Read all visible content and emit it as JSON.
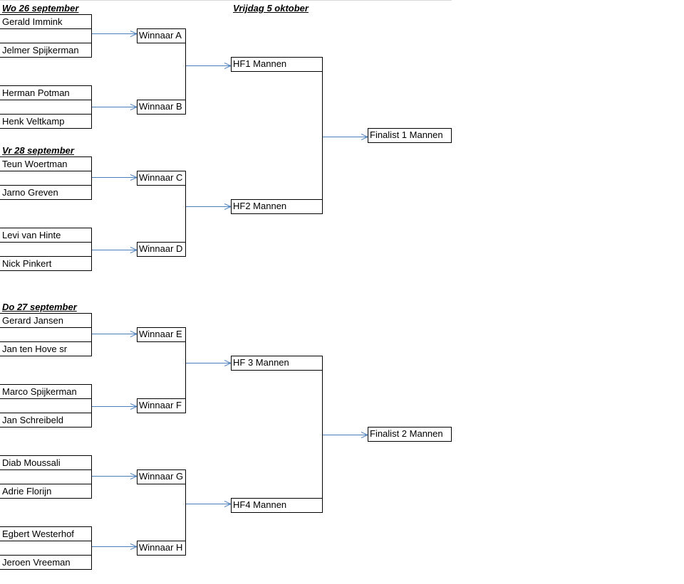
{
  "headers": {
    "day1": "Wo 26 september",
    "day2": "Vr 28 september",
    "day3": "Do 27 september",
    "semis": "Vrijdag 5 oktober"
  },
  "matches": [
    {
      "top": "Gerald Immink",
      "bottom": "Jelmer Spijkerman",
      "winner": "Winnaar A"
    },
    {
      "top": "Herman Potman",
      "bottom": "Henk Veltkamp",
      "winner": "Winnaar B"
    },
    {
      "top": "Teun Woertman",
      "bottom": "Jarno Greven",
      "winner": "Winnaar C"
    },
    {
      "top": "Levi van Hinte",
      "bottom": "Nick Pinkert",
      "winner": "Winnaar D"
    },
    {
      "top": "Gerard Jansen",
      "bottom": "Jan ten Hove sr",
      "winner": "Winnaar E"
    },
    {
      "top": "Marco Spijkerman",
      "bottom": "Jan Schreibeld",
      "winner": "Winnaar F"
    },
    {
      "top": "Diab Moussali",
      "bottom": "Adrie Florijn",
      "winner": "Winnaar G"
    },
    {
      "top": "Egbert Westerhof",
      "bottom": "Jeroen Vreeman",
      "winner": "Winnaar H"
    }
  ],
  "semifinals": [
    "HF1 Mannen",
    "HF2 Mannen",
    "HF 3 Mannen",
    "HF4 Mannen"
  ],
  "finalists": [
    "Finalist 1 Mannen",
    "Finalist 2 Mannen"
  ],
  "colors": {
    "arrow": "#4a7ebb",
    "border": "#000000"
  }
}
